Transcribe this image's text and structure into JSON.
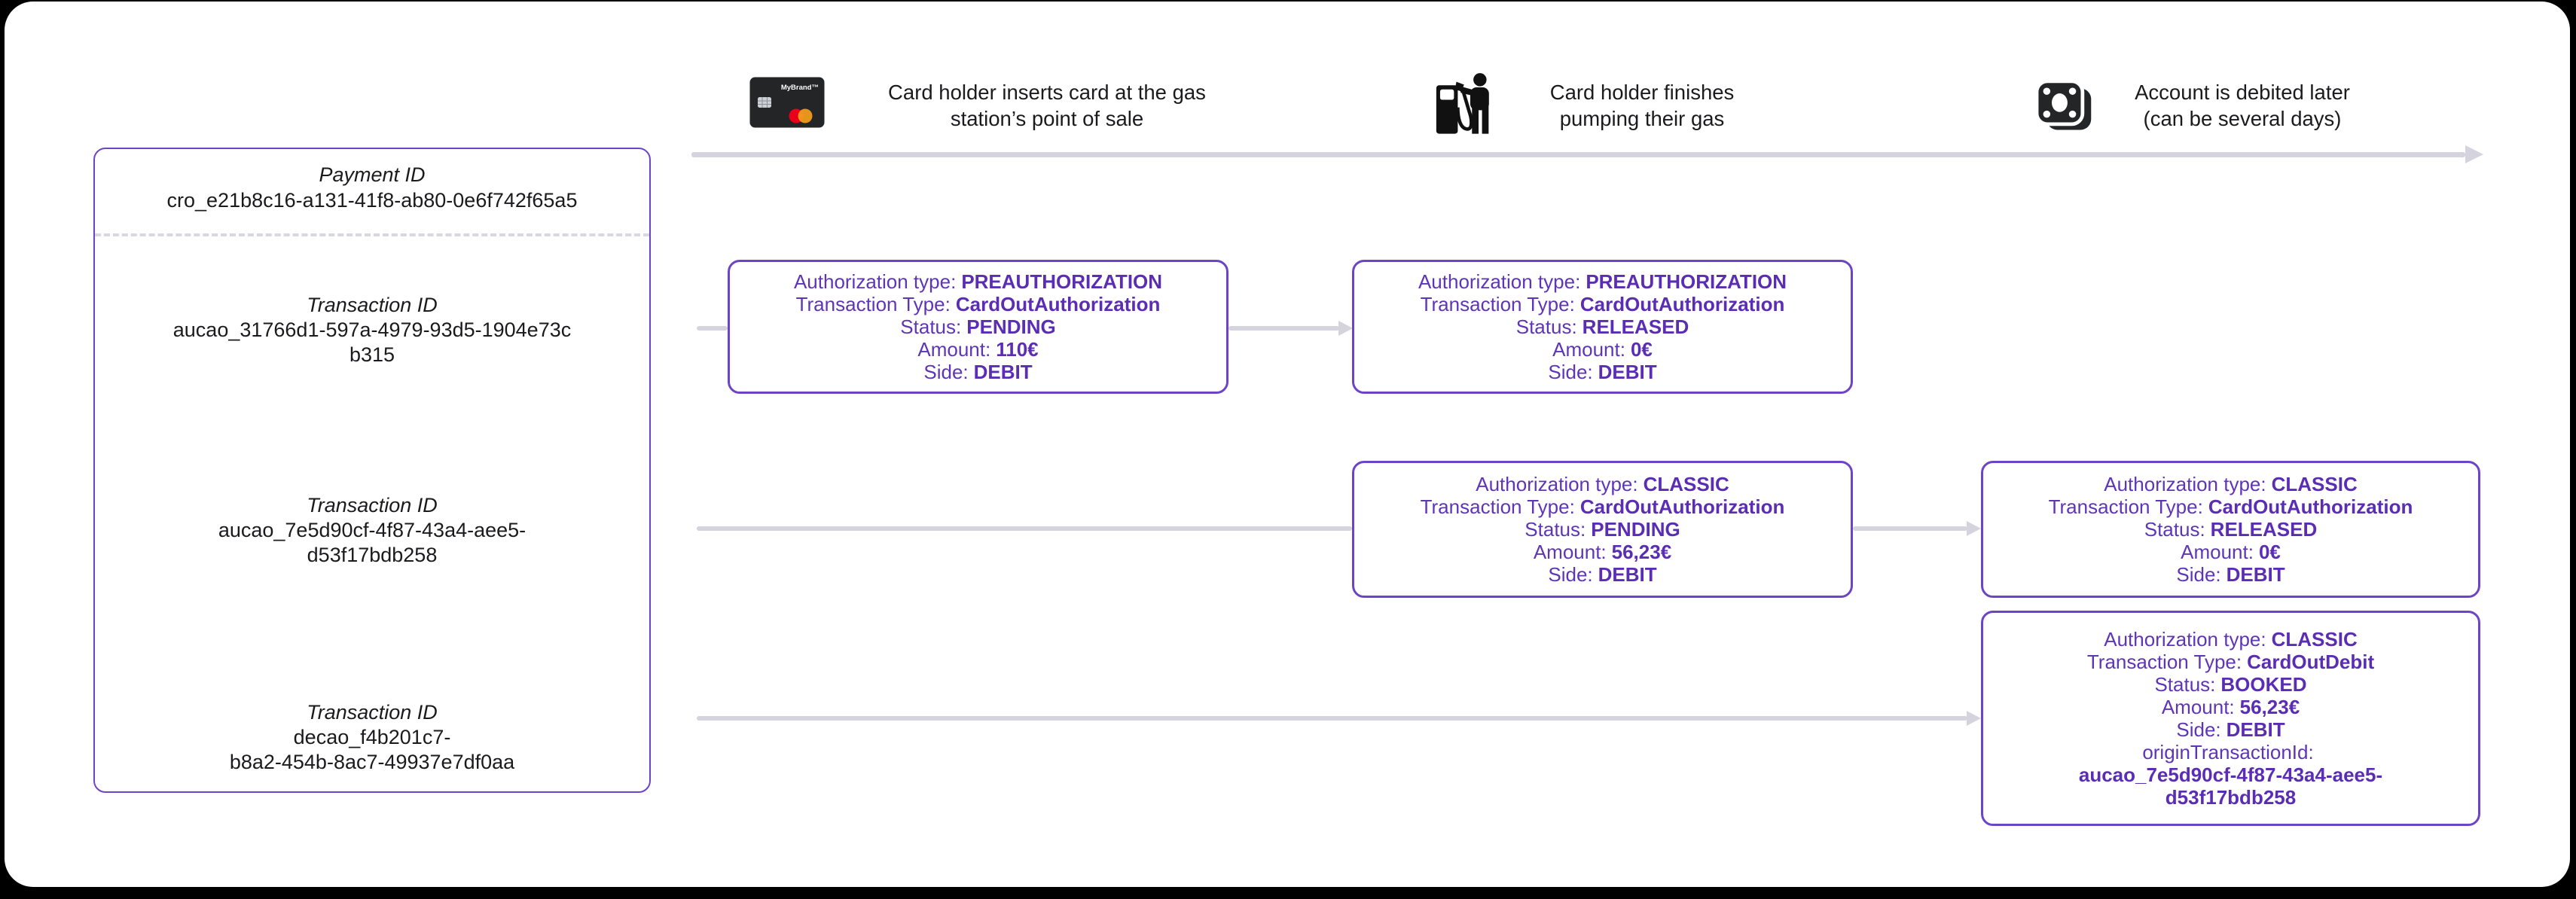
{
  "colors": {
    "background": "#000000",
    "canvas": "#ffffff",
    "purple_text": "#5f35b8",
    "purple_value": "#5a2db4",
    "purple_border": "#6d44c8",
    "connector_gray": "#d5d4de",
    "divider_gray": "#d8d8e0",
    "text_black": "#1b1b1d",
    "icon_black": "#111111",
    "card_bg": "#232527",
    "mastercard_red": "#eb001b",
    "mastercard_orange": "#f79e1b"
  },
  "timeline": {
    "steps": [
      {
        "icon": "credit-card",
        "label": "Card holder inserts card at the gas\nstation’s point of sale"
      },
      {
        "icon": "gas-pump",
        "label": "Card holder finishes\npumping their gas"
      },
      {
        "icon": "banknote",
        "label": "Account is debited later\n(can be several days)"
      }
    ]
  },
  "card_icon": {
    "brand": "MyBrand™"
  },
  "payment_panel": {
    "payment_label": "Payment ID",
    "payment_id": "cro_e21b8c16-a131-41f8-ab80-0e6f742f65a5",
    "transactions": [
      {
        "label": "Transaction ID",
        "id": "aucao_31766d1-597a-4979-93d5-1904e73c\nb315"
      },
      {
        "label": "Transaction ID",
        "id": "aucao_7e5d90cf-4f87-43a4-aee5-\nd53f17bdb258"
      },
      {
        "label": "Transaction ID",
        "id": "decao_f4b201c7-\nb8a2-454b-8ac7-49937e7df0aa"
      }
    ]
  },
  "field_labels": {
    "auth": "Authorization type:",
    "ttype": "Transaction Type:",
    "status": "Status:",
    "amount": "Amount:",
    "side": "Side:",
    "origin": "originTransactionId:"
  },
  "boxes": {
    "r1c1": {
      "auth": "PREAUTHORIZATION",
      "ttype": "CardOutAuthorization",
      "status": "PENDING",
      "amount": "110€",
      "side": "DEBIT"
    },
    "r1c2": {
      "auth": "PREAUTHORIZATION",
      "ttype": "CardOutAuthorization",
      "status": "RELEASED",
      "amount": "0€",
      "side": "DEBIT"
    },
    "r2c2": {
      "auth": "CLASSIC",
      "ttype": "CardOutAuthorization",
      "status": "PENDING",
      "amount": "56,23€",
      "side": "DEBIT"
    },
    "r2c3": {
      "auth": "CLASSIC",
      "ttype": "CardOutAuthorization",
      "status": "RELEASED",
      "amount": "0€",
      "side": "DEBIT"
    },
    "r3c3": {
      "auth": "CLASSIC",
      "ttype": "CardOutDebit",
      "status": "BOOKED",
      "amount": "56,23€",
      "side": "DEBIT",
      "origin_id": "aucao_7e5d90cf-4f87-43a4-aee5-\nd53f17bdb258"
    }
  }
}
